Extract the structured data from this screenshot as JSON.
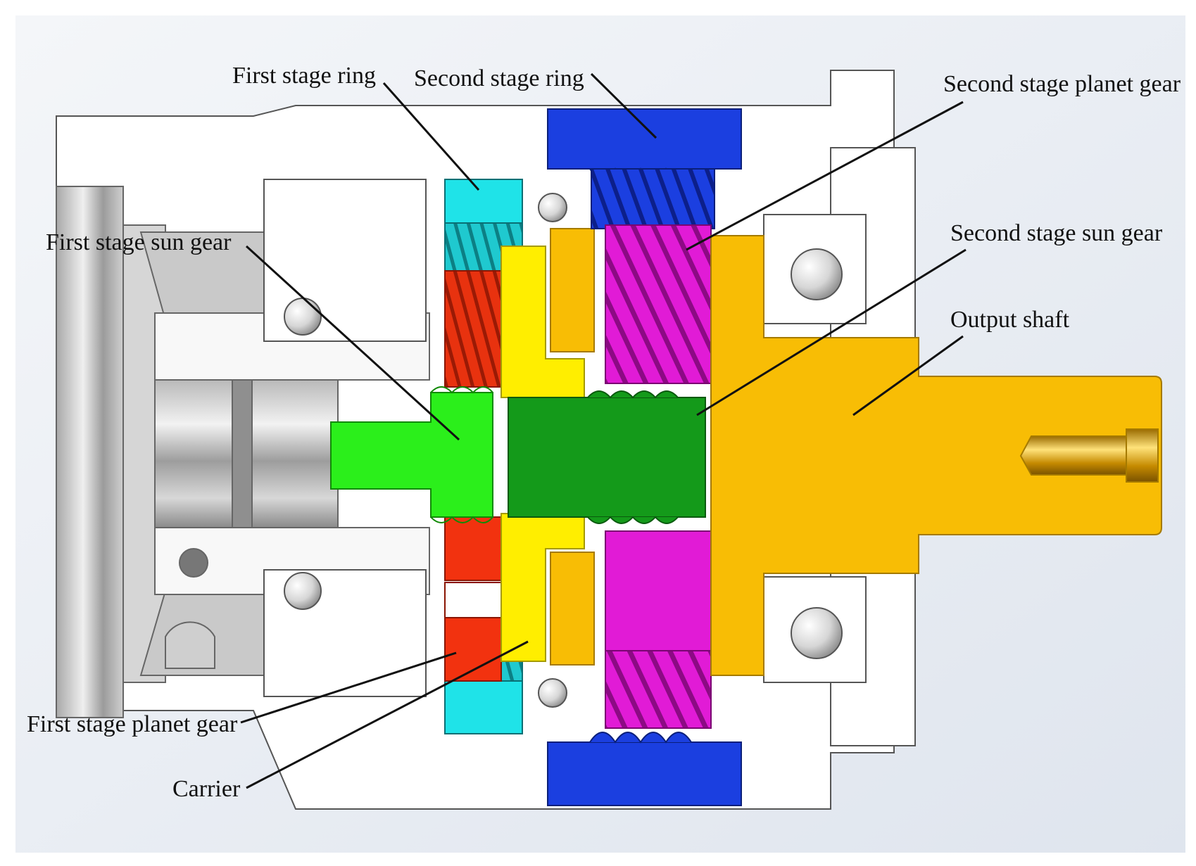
{
  "diagram": {
    "labels": {
      "first_stage_ring": "First stage ring",
      "second_stage_ring": "Second stage ring",
      "second_stage_planet_gear": "Second stage planet gear",
      "first_stage_sun_gear": "First stage sun gear",
      "second_stage_sun_gear": "Second stage sun gear",
      "output_shaft": "Output shaft",
      "first_stage_planet_gear": "First stage planet gear",
      "carrier": "Carrier"
    },
    "colors": {
      "first_stage_ring": "#1fe3e8",
      "second_stage_ring": "#1b3fe0",
      "second_stage_planet_gear": "#e11bd6",
      "first_stage_sun_gear": "#2bef1b",
      "second_stage_sun_gear": "#149a1a",
      "output_shaft": "#f8bd05",
      "first_stage_planet_gear": "#f2320f",
      "carrier": "#ffee00",
      "housing": "#ffffff",
      "background": "#e4e9f0",
      "leader_line": "#111111"
    }
  }
}
